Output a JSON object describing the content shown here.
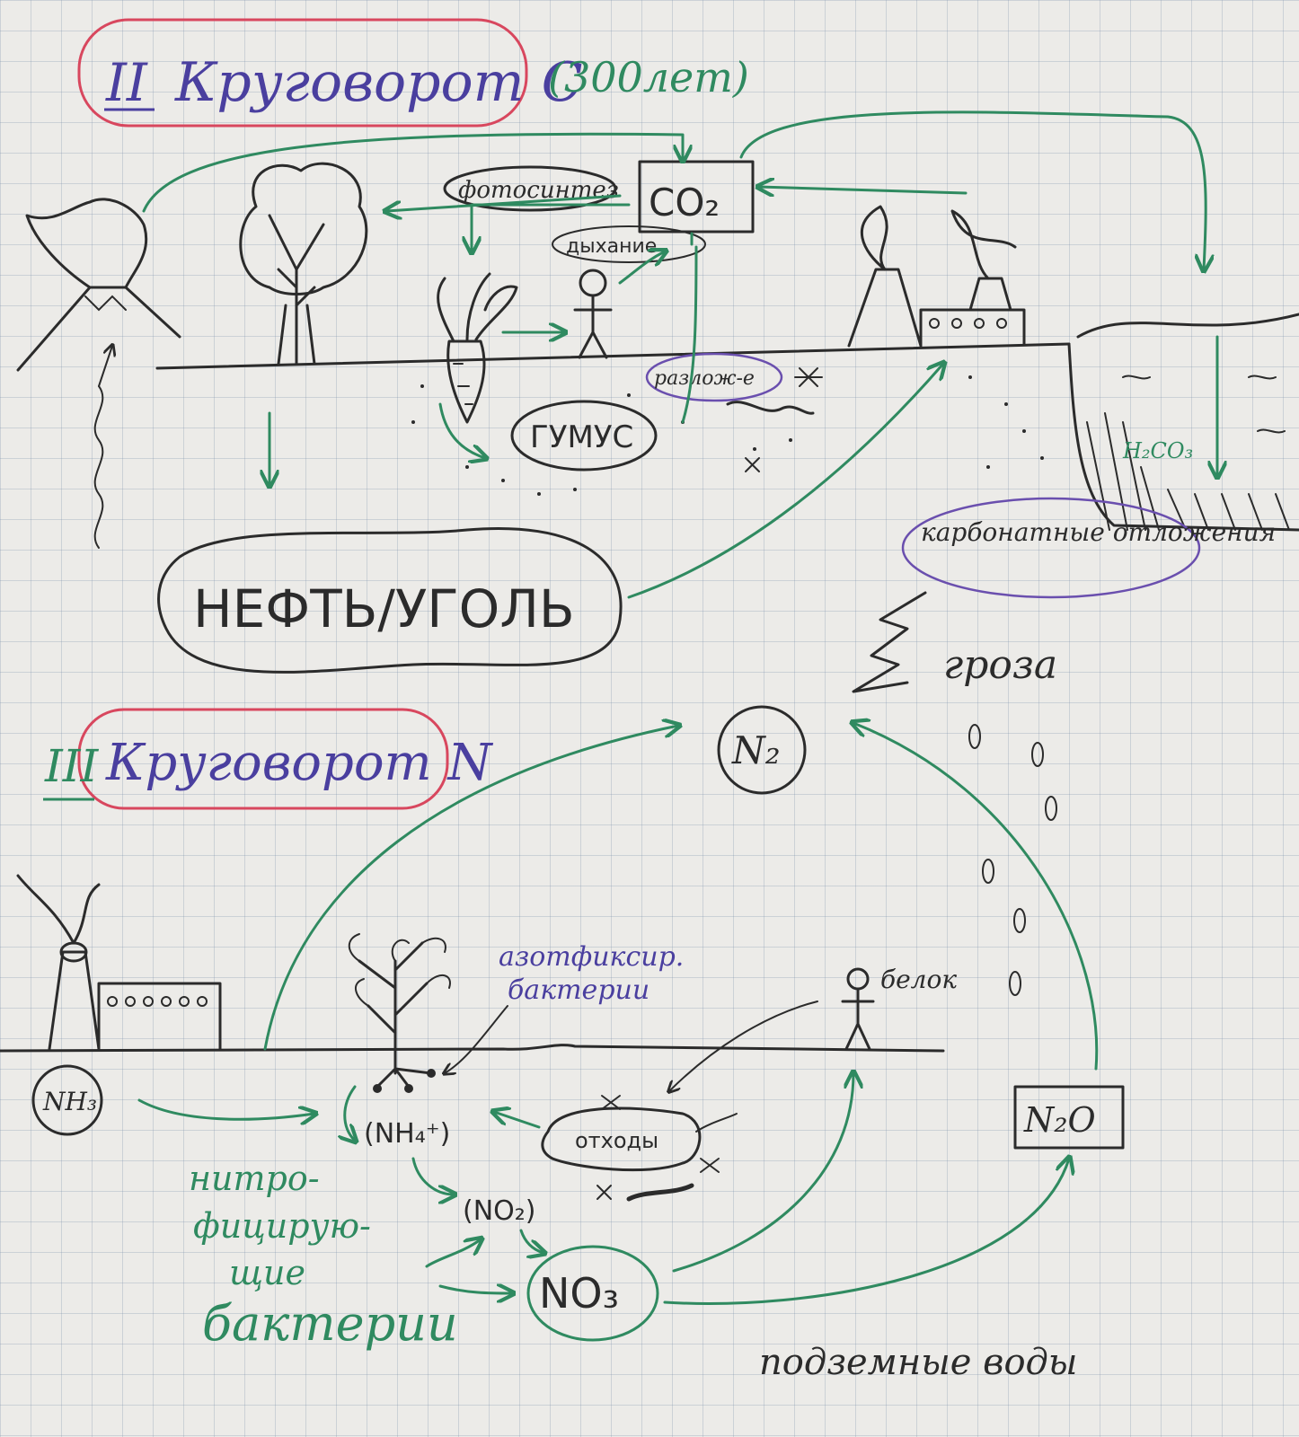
{
  "carbon": {
    "heading_numeral": "II",
    "heading_text": "Круговорот C",
    "period": "(300лет)",
    "co2": "CO₂",
    "photosynthesis": "фотосинтез",
    "respiration": "дыхание",
    "decomposition": "разлож-е",
    "humus": "ГУМУС",
    "oil_coal": "НЕФТЬ/УГОЛЬ",
    "carbonic_acid": "H₂CO₃",
    "carbonate_sediments": "карбонатные отложения"
  },
  "nitrogen": {
    "heading_numeral": "III",
    "heading_text": "Круговорот N",
    "n2": "N₂",
    "thunderstorm": "гроза",
    "nh3": "NH₃",
    "nitrogen_fixing_line1": "азотфиксир.",
    "nitrogen_fixing_line2": "бактерии",
    "protein": "белок",
    "nh4": "(NH₄⁺)",
    "waste": "отходы",
    "no2": "(NO₂)",
    "no3": "NO₃",
    "n2o": "N₂O",
    "nitrifying_line1": "нитро-",
    "nitrifying_line2": "фицирую-",
    "nitrifying_line3": "щие",
    "nitrifying_line4": "бактерии",
    "groundwater": "подземные воды"
  },
  "colors": {
    "ink": "#2b2b2b",
    "arrows": "#2f8a60",
    "heading_text": "#4a3f9f",
    "heading_outline": "#d8475e",
    "note_outline": "#6a4fae"
  }
}
